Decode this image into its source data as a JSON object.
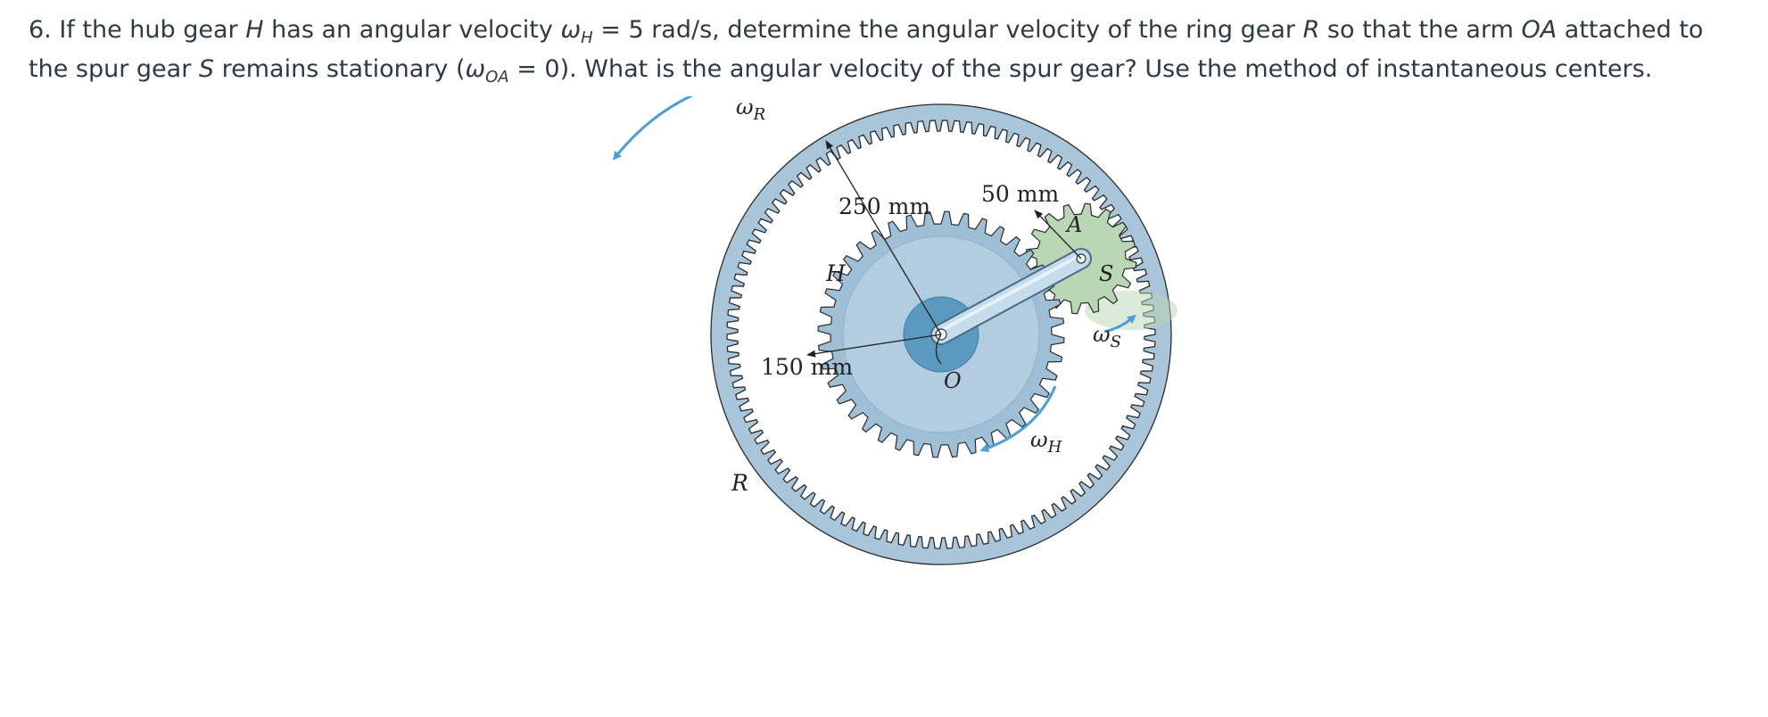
{
  "problem": {
    "number": "6.",
    "part1": "If the hub gear",
    "hub_symbol": "H",
    "part2": "has an angular velocity",
    "omega_symbol": "ω",
    "hub_sub": "H",
    "part3": "= 5 rad/s, determine the angular velocity of the ring gear",
    "ring_symbol": "R",
    "part4": "so that the arm",
    "arm_symbol": "OA",
    "part5": "attached to the spur gear",
    "spur_symbol": "S",
    "part6": "remains stationary (",
    "arm_sub": "OA",
    "part7": "= 0). What is the angular velocity of the spur gear? Use the method of instantaneous centers."
  },
  "diagram": {
    "labels": {
      "omega_r": "ω",
      "omega_r_sub": "R",
      "dim_250": "250 mm",
      "dim_50": "50 mm",
      "dim_150": "150 mm",
      "point_a": "A",
      "hub_h": "H",
      "spur_s": "S",
      "omega_s": "ω",
      "omega_s_sub": "S",
      "center_o": "O",
      "omega_h": "ω",
      "omega_h_sub": "H",
      "ring_r": "R"
    },
    "colors": {
      "ring": "#a9c5d9",
      "hub_gear": "#9ebfd6",
      "hub_core": "#5b9ac0",
      "spur": "#b9d6b5",
      "arm": "#c5dcec",
      "arrow": "#4a9fd8"
    }
  }
}
